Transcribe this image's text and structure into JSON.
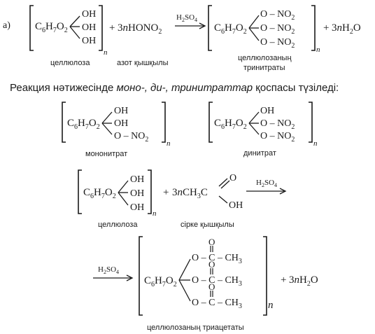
{
  "item_label": "а)",
  "reaction1": {
    "cellulose": {
      "core": "C6H7O2",
      "groups": [
        "OH",
        "OH",
        "OH"
      ],
      "n": "n",
      "label": "целлюлоза"
    },
    "plus1": "+",
    "reagent": "3nHONO2",
    "reagent_label": "азот қышқылы",
    "catalyst": "H2SO4",
    "product": {
      "core": "C6H7O2",
      "groups": [
        "O – NO2",
        "O – NO2",
        "O – NO2"
      ],
      "n": "n",
      "label_line1": "целлюлозаның",
      "label_line2": "тринитраты"
    },
    "plus2": "+",
    "water": "3nH2O"
  },
  "statement": {
    "prefix": "Реакция нәтижесінде ",
    "italic": "моно-, ди-, тринитраттар",
    "suffix": " қоспасы түзіледі:"
  },
  "mononitrate": {
    "core": "C6H7O2",
    "groups": [
      "OH",
      "OH",
      "O – NO2"
    ],
    "n": "n",
    "label": "мононитрат"
  },
  "dinitrate": {
    "core": "C6H7O2",
    "groups": [
      "OH",
      "O – NO2",
      "O – NO2"
    ],
    "n": "n",
    "label": "динитрат"
  },
  "reaction2": {
    "cellulose": {
      "core": "C6H7O2",
      "groups": [
        "OH",
        "OH",
        "OH"
      ],
      "n": "n",
      "label": "целлюлоза"
    },
    "plus": "+",
    "acid": {
      "prefix": "3nCH3C",
      "top": "O",
      "bottom": "OH",
      "label": "сірке қышқылы"
    },
    "catalyst": "H2SO4"
  },
  "reaction3": {
    "catalyst": "H2SO4",
    "product": {
      "core": "C6H7O2",
      "groups": [
        "O – C – CH3",
        "O – C – CH3",
        "O – C – CH3"
      ],
      "carbonyl": "O",
      "n": "n",
      "label": "целлюлозаның триацетаты"
    },
    "plus": "+",
    "water": "3nH2O"
  }
}
